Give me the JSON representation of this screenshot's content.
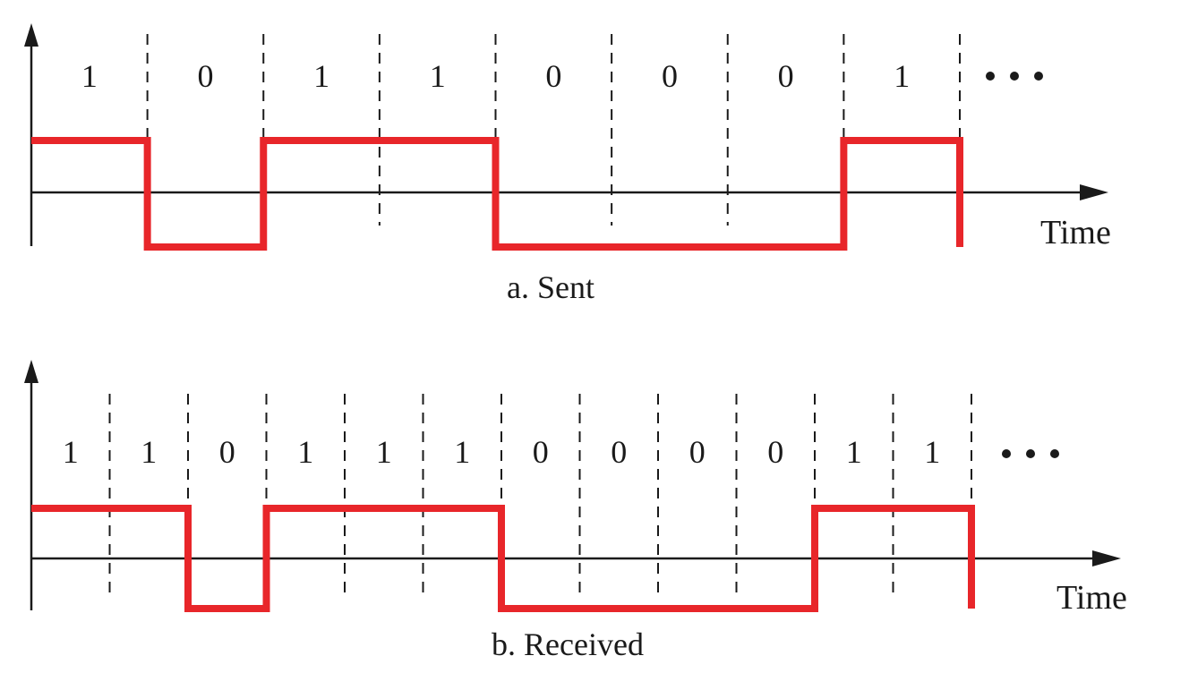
{
  "sent": {
    "caption": "a. Sent",
    "time_label": "Time",
    "bits": [
      "1",
      "0",
      "1",
      "1",
      "0",
      "0",
      "0",
      "1"
    ],
    "colors": {
      "signal": "#e8262a",
      "axis": "#1a1a1a"
    }
  },
  "received": {
    "caption": "b. Received",
    "time_label": "Time",
    "bits": [
      "1",
      "1",
      "0",
      "1",
      "1",
      "1",
      "0",
      "0",
      "0",
      "0",
      "1",
      "1"
    ],
    "colors": {
      "signal": "#e8262a",
      "axis": "#1a1a1a"
    }
  }
}
